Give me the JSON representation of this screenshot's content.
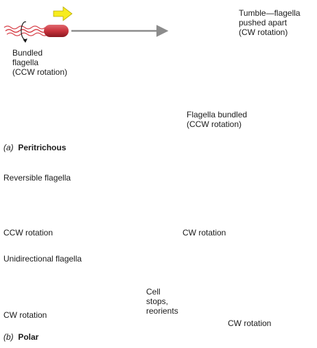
{
  "colors": {
    "peritrichous_cell": "#c8323c",
    "polar_cell": "#c87a3c",
    "motion_arrow": "#f7ec1e",
    "process_arrow": "#8c8c8c"
  },
  "peritrichous": {
    "panel_letter": "(a)",
    "panel_name": "Peritrichous",
    "bundled_label": "Bundled\nflagella\n(CCW rotation)",
    "tumble_label": "Tumble—flagella\npushed apart\n(CW rotation)",
    "bundled_again_label": "Flagella bundled\n(CCW rotation)"
  },
  "polar": {
    "panel_letter": "(b)",
    "panel_name": "Polar",
    "reversible_label": "Reversible flagella",
    "ccw_label": "CCW rotation",
    "cw_label_top": "CW rotation",
    "unidirectional_label": "Unidirectional flagella",
    "cw_label_bottom_left": "CW rotation",
    "cell_stops_label": "Cell\nstops,\nreorients",
    "cw_label_bottom_right": "CW rotation"
  }
}
